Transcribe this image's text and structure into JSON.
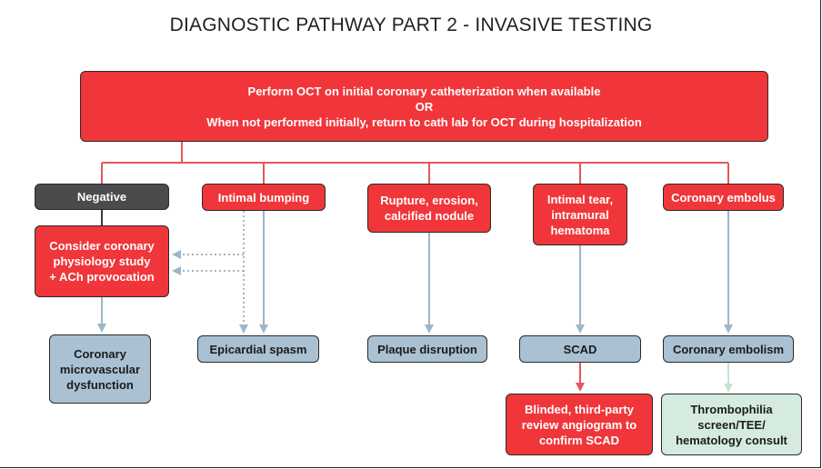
{
  "title": "DIAGNOSTIC PATHWAY PART 2 - INVASIVE TESTING",
  "top_box": {
    "line1": "Perform OCT on initial coronary catheterization when available",
    "line2": "OR",
    "line3": "When not performed initially, return to cath lab for OCT during hospitalization"
  },
  "findings": {
    "negative": "Negative",
    "intimal_bumping": "Intimal bumping",
    "rupture": [
      "Rupture, erosion,",
      "calcified nodule"
    ],
    "intimal_tear": [
      "Intimal tear,",
      "intramural",
      "hematoma"
    ],
    "coronary_embolus": "Coronary embolus"
  },
  "consider": [
    "Consider coronary",
    "physiology study",
    "+ ACh provocation"
  ],
  "diagnoses": {
    "cmd": [
      "Coronary",
      "microvascular",
      "dysfunction"
    ],
    "epicardial_spasm": "Epicardial spasm",
    "plaque_disruption": "Plaque disruption",
    "scad": "SCAD",
    "coronary_embolism": "Coronary embolism"
  },
  "followups": {
    "scad_review": [
      "Blinded, third-party",
      "review angiogram to",
      "confirm SCAD"
    ],
    "embolism_workup": [
      "Thrombophilia",
      "screen/TEE/",
      "hematology consult"
    ]
  },
  "colors": {
    "red": "#f0363a",
    "dark": "#4a4b4d",
    "blue": "#a9c1d3",
    "green": "#d6ebdf",
    "line_red": "#e8555a",
    "line_blue": "#9db7c9"
  }
}
